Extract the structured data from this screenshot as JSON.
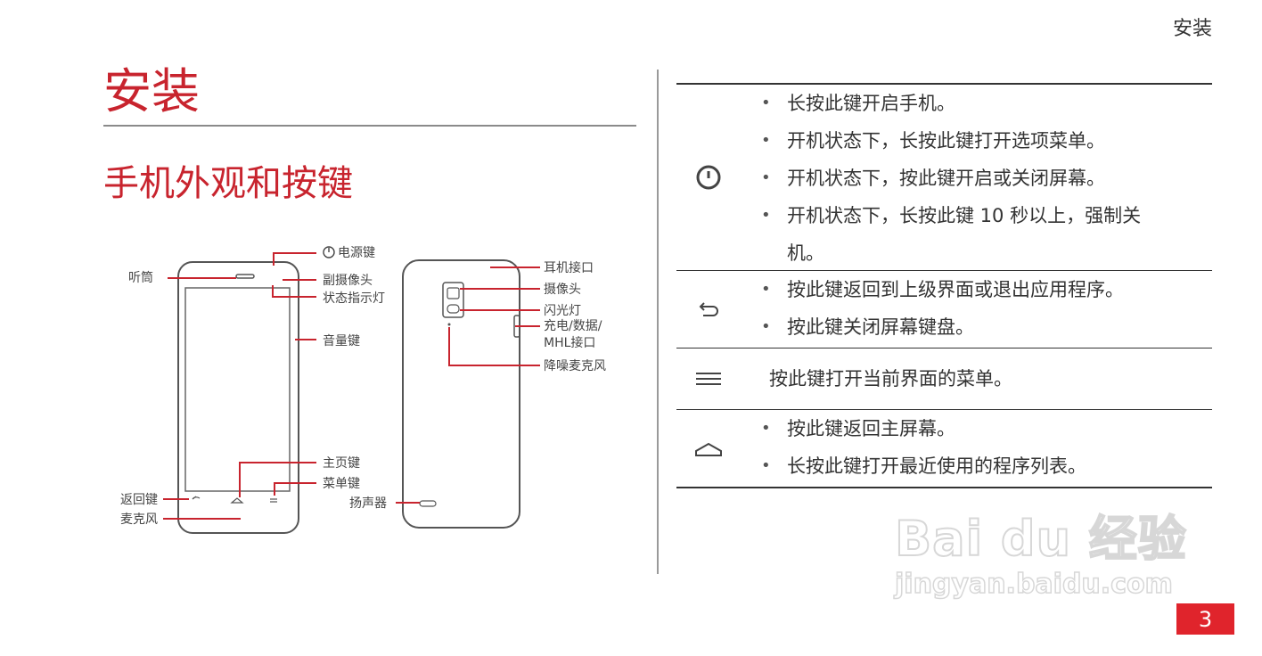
{
  "header": {
    "section_title": "安装"
  },
  "main": {
    "heading": "安装",
    "subheading": "手机外观和按键"
  },
  "diagram": {
    "front_labels": {
      "earpiece": "听筒",
      "power_key": "电源键",
      "front_camera": "副摄像头",
      "status_light": "状态指示灯",
      "volume_key": "音量键",
      "home_key": "主页键",
      "menu_key": "菜单键",
      "back_key": "返回键",
      "microphone": "麦克风"
    },
    "back_labels": {
      "headset_jack": "耳机接口",
      "camera": "摄像头",
      "flash": "闪光灯",
      "port_line1": "充电/数据/",
      "port_line2": "MHL接口",
      "noise_mic": "降噪麦克风",
      "speaker": "扬声器"
    }
  },
  "keys_table": [
    {
      "icon": "power-icon",
      "items": [
        "长按此键开启手机。",
        "开机状态下，长按此键打开选项菜单。",
        "开机状态下，按此键开启或关闭屏幕。",
        "开机状态下，长按此键 10 秒以上，强制关",
        "机。"
      ]
    },
    {
      "icon": "back-arrow-icon",
      "items": [
        "按此键返回到上级界面或退出应用程序。",
        "按此键关闭屏幕键盘。"
      ]
    },
    {
      "icon": "menu-icon",
      "text": "按此键打开当前界面的菜单。"
    },
    {
      "icon": "home-icon",
      "items": [
        "按此键返回主屏幕。",
        "长按此键打开最近使用的程序列表。"
      ]
    }
  ],
  "watermark": {
    "main": "Bai du 经验",
    "sub": "jingyan.baidu.com"
  },
  "page_number": "3",
  "colors": {
    "accent": "#c8242e",
    "page_box": "#e0242c"
  }
}
